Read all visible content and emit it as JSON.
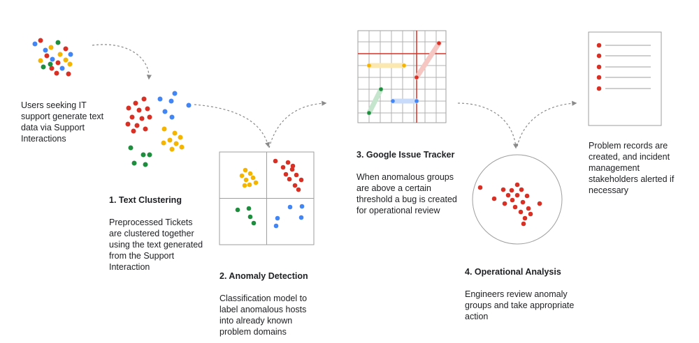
{
  "colors": {
    "red": "#d93025",
    "yellow": "#f4b400",
    "green": "#1e8e3e",
    "blue": "#4285f4",
    "grid": "#9e9e9e",
    "highlight_line": "#d93025",
    "connector": "#8a8a8a"
  },
  "steps": {
    "intro": {
      "text": "Users seeking IT support generate text data via Support Interactions"
    },
    "clustering": {
      "title": "1. Text Clustering",
      "body": "Preprocessed Tickets are clustered together using the text generated from the Support Interaction"
    },
    "anomaly": {
      "title": "2. Anomaly Detection",
      "body": "Classification model to label anomalous hosts into already known problem domains"
    },
    "tracker": {
      "title": "3. Google Issue Tracker",
      "body": "When anomalous groups are above a certain threshold a bug is created for operational review"
    },
    "analysis": {
      "title": "4. Operational Analysis",
      "body": "Engineers review anomaly groups and take appropriate action"
    },
    "records": {
      "text": "Problem records are created, and incident management stakeholders alerted if necessary"
    }
  },
  "icons": {
    "scatter_mixed": "mixed-dot-cloud-icon",
    "scatter_clustered": "clustered-dots-icon",
    "quadrant_box": "quadrant-classification-icon",
    "tracker_grid": "issue-tracker-grid-icon",
    "analysis_circle": "anomaly-group-circle-icon",
    "document": "problem-record-document-icon"
  }
}
